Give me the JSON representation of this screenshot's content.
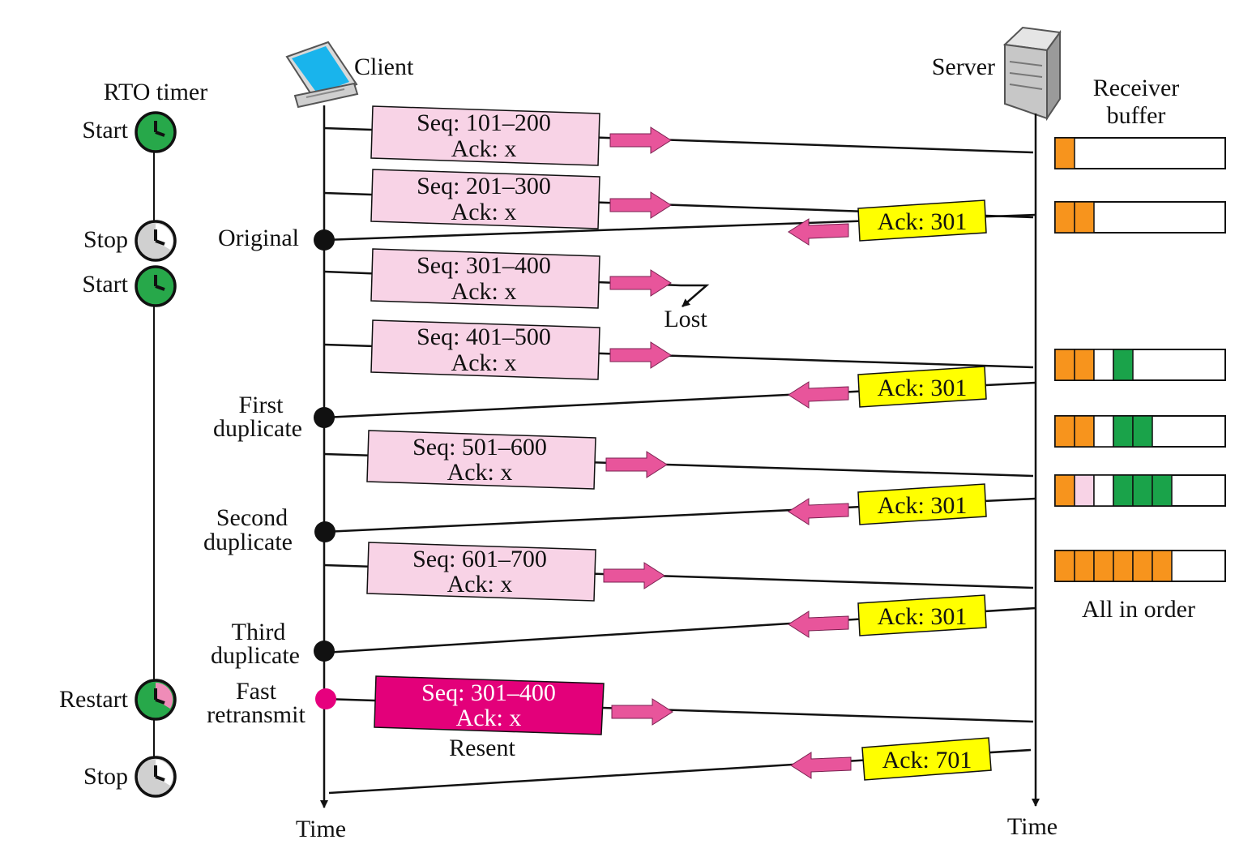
{
  "labels": {
    "rto_timer": "RTO timer",
    "client": "Client",
    "server": "Server",
    "receiver_buffer": [
      "Receiver",
      "buffer"
    ],
    "time_client": "Time",
    "time_server": "Time",
    "lost": "Lost",
    "resent": "Resent",
    "all_in_order": "All in order"
  },
  "timer_events": [
    {
      "label": "Start",
      "state": "running"
    },
    {
      "label": "Stop",
      "state": "stopped"
    },
    {
      "label": "Start",
      "state": "running"
    },
    {
      "label": "Restart",
      "state": "running"
    },
    {
      "label": "Stop",
      "state": "stopped"
    }
  ],
  "client_events": [
    {
      "label": [
        "Original"
      ],
      "kind": "ack-received"
    },
    {
      "label": [
        "First",
        "duplicate"
      ],
      "kind": "ack-received"
    },
    {
      "label": [
        "Second",
        "duplicate"
      ],
      "kind": "ack-received"
    },
    {
      "label": [
        "Third",
        "duplicate"
      ],
      "kind": "ack-received"
    },
    {
      "label": [
        "Fast",
        "retransmit"
      ],
      "kind": "retransmit"
    }
  ],
  "segments": [
    {
      "seq": "Seq: 101–200",
      "ack": "Ack: x",
      "status": "delivered"
    },
    {
      "seq": "Seq: 201–300",
      "ack": "Ack: x",
      "status": "delivered"
    },
    {
      "seq": "Seq: 301–400",
      "ack": "Ack: x",
      "status": "lost"
    },
    {
      "seq": "Seq: 401–500",
      "ack": "Ack: x",
      "status": "delivered"
    },
    {
      "seq": "Seq: 501–600",
      "ack": "Ack: x",
      "status": "delivered"
    },
    {
      "seq": "Seq: 601–700",
      "ack": "Ack: x",
      "status": "delivered"
    },
    {
      "seq": "Seq: 301–400",
      "ack": "Ack: x",
      "status": "resent"
    }
  ],
  "acks": [
    "Ack: 301",
    "Ack: 301",
    "Ack: 301",
    "Ack: 301",
    "Ack: 701"
  ],
  "buffers": [
    [
      "o"
    ],
    [
      "o",
      "o"
    ],
    [
      "o",
      "o",
      "e",
      "g"
    ],
    [
      "o",
      "o",
      "e",
      "g",
      "g"
    ],
    [
      "o",
      "p",
      "e",
      "g",
      "g",
      "g"
    ],
    [
      "o",
      "o",
      "o",
      "o",
      "o",
      "o"
    ]
  ],
  "colors": {
    "segment_fill": "#f8d3e6",
    "resent_fill": "#e3007a",
    "ack_fill": "#ffff00",
    "arrow": "#e8559b",
    "buffer_orange": "#f7941d",
    "buffer_green": "#1aa34a",
    "buffer_pink": "#f8d3e6",
    "timer_running": "#27a84a",
    "timer_stopped": "#d0d0d0",
    "retransmit_dot": "#e6007e"
  }
}
